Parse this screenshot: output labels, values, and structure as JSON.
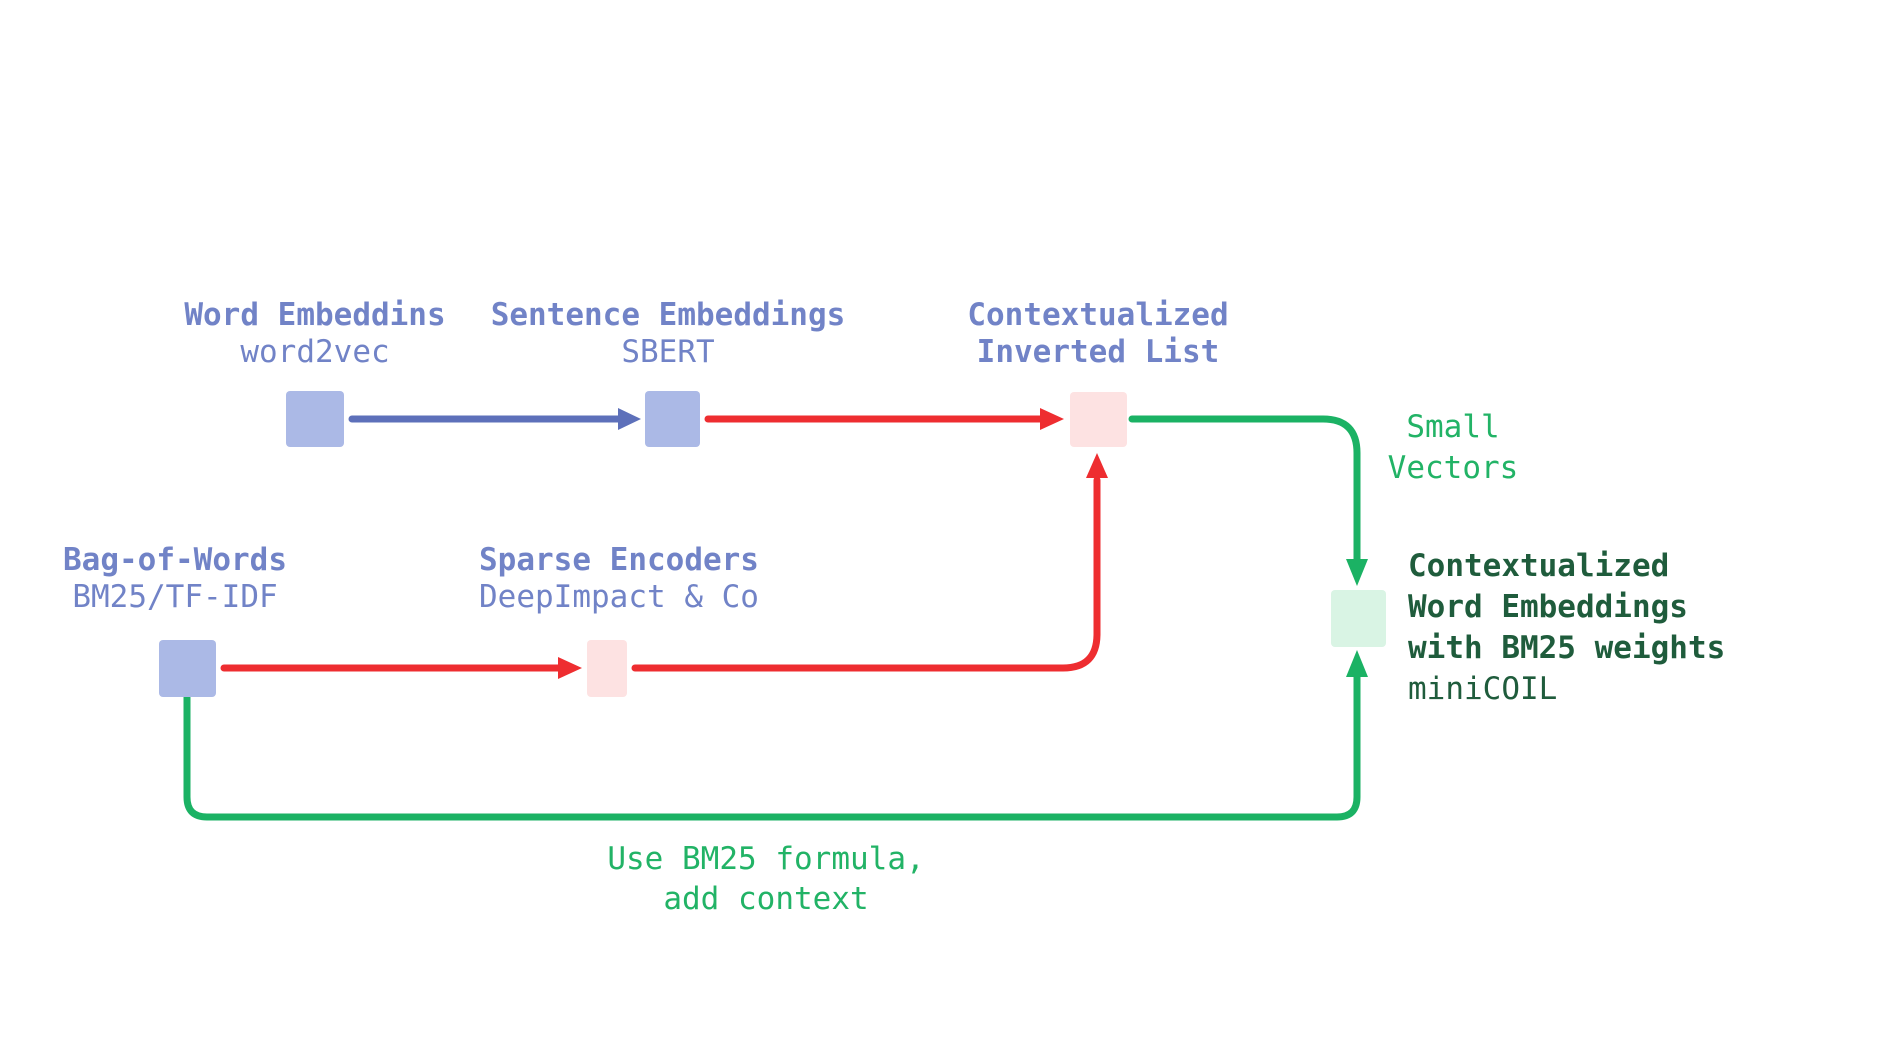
{
  "diagram": {
    "background": "#ffffff",
    "colors": {
      "node_blue_fill": "#abb9e6",
      "node_pink_fill": "#fde2e2",
      "node_mint_fill": "#d9f4e4",
      "label_blue": "#7183c7",
      "arrow_blue": "#5d70ba",
      "arrow_red": "#ee2d30",
      "arrow_green": "#1bb264",
      "text_bright_green": "#22b366",
      "text_dark_green": "#1f5c3c"
    },
    "nodes": {
      "word_embeddings": {
        "title": "Word Embeddins",
        "subtitle": "word2vec",
        "square_color": "#abb9e6"
      },
      "sentence_embeddings": {
        "title": "Sentence Embeddings",
        "subtitle": "SBERT",
        "square_color": "#abb9e6"
      },
      "contextualized_inverted_list": {
        "title_line1": "Contextualized",
        "title_line2": "Inverted List",
        "square_color": "#fde2e2"
      },
      "bag_of_words": {
        "title": "Bag-of-Words",
        "subtitle": "BM25/TF-IDF",
        "square_color": "#abb9e6"
      },
      "sparse_encoders": {
        "title": "Sparse Encoders",
        "subtitle": "DeepImpact & Co",
        "square_color": "#fde2e2"
      },
      "minicoil": {
        "title_line1": "Contextualized",
        "title_line2": "Word Embeddings",
        "title_line3": "with BM25 weights",
        "subtitle": "miniCOIL",
        "square_color": "#d9f4e4"
      }
    },
    "annotations": {
      "small_vectors": {
        "line1": "Small",
        "line2": "Vectors"
      },
      "bottom_note": {
        "line1": "Use BM25 formula,",
        "line2": "add context"
      }
    },
    "edges": [
      {
        "from": "word_embeddings",
        "to": "sentence_embeddings",
        "color": "#5d70ba"
      },
      {
        "from": "sentence_embeddings",
        "to": "contextualized_inverted_list",
        "color": "#ee2d30"
      },
      {
        "from": "bag_of_words",
        "to": "sparse_encoders",
        "color": "#ee2d30"
      },
      {
        "from": "sparse_encoders",
        "to": "contextualized_inverted_list",
        "color": "#ee2d30"
      },
      {
        "from": "contextualized_inverted_list",
        "to": "minicoil",
        "color": "#1bb264",
        "label": "Small Vectors"
      },
      {
        "from": "bag_of_words",
        "to": "minicoil",
        "color": "#1bb264",
        "label": "Use BM25 formula, add context"
      }
    ]
  }
}
